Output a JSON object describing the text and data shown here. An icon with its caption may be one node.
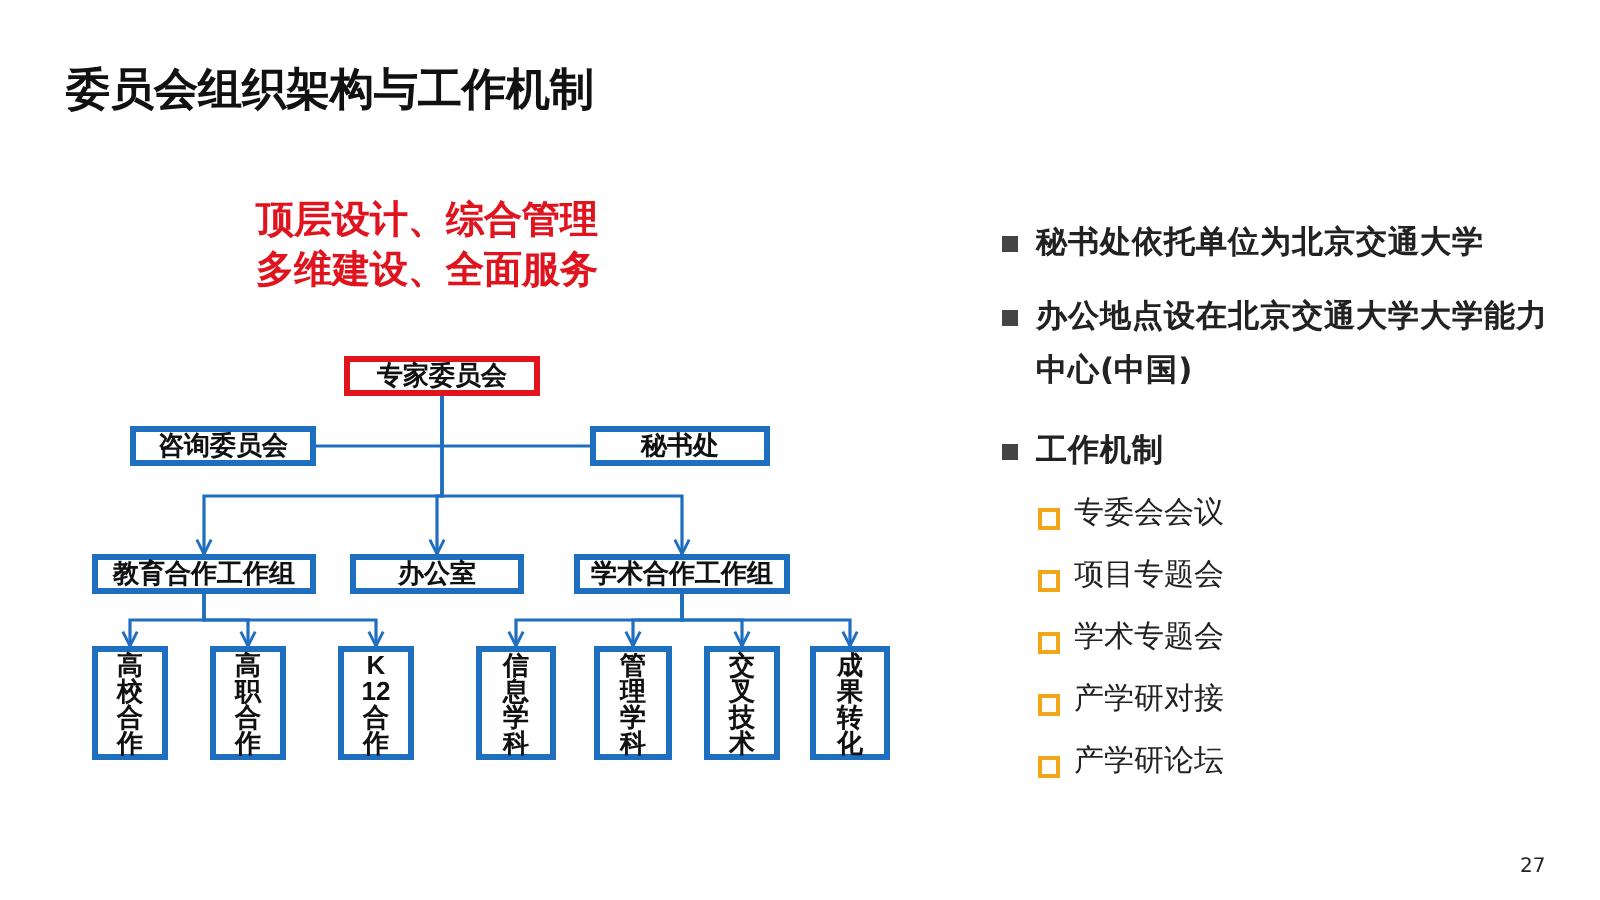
{
  "diagram": {
    "title": "委员会组织架构与工作机制",
    "nodes": [
      {
        "text": [
          "专家委员会"
        ]
      },
      {
        "text": [
          "咨询委员会"
        ]
      },
      {
        "text": [
          "秘书处"
        ]
      },
      {
        "text": [
          "教育合作工作组"
        ]
      },
      {
        "text": [
          "办公室"
        ]
      },
      {
        "text": [
          "学术合作工作组"
        ]
      },
      {
        "text": [
          "高校合作"
        ]
      },
      {
        "text": [
          "高职合作"
        ]
      },
      {
        "text": [
          "K12合作"
        ]
      },
      {
        "text": [
          "信息学科"
        ]
      },
      {
        "text": [
          "管理学科"
        ]
      },
      {
        "text": [
          "交叉技术"
        ]
      },
      {
        "text": [
          "成果转化"
        ]
      }
    ],
    "edges": [
      {
        "from": 0,
        "to": 1,
        "arrow": "none"
      },
      {
        "from": 0,
        "to": 2,
        "arrow": "none"
      },
      {
        "from": 0,
        "to": 3,
        "arrow": "to"
      },
      {
        "from": 0,
        "to": 4,
        "arrow": "to"
      },
      {
        "from": 0,
        "to": 5,
        "arrow": "to"
      },
      {
        "from": 3,
        "to": 6,
        "arrow": "to"
      },
      {
        "from": 3,
        "to": 7,
        "arrow": "to"
      },
      {
        "from": 3,
        "to": 8,
        "arrow": "to"
      },
      {
        "from": 5,
        "to": 9,
        "arrow": "to"
      },
      {
        "from": 5,
        "to": 10,
        "arrow": "to"
      },
      {
        "from": 5,
        "to": 11,
        "arrow": "to"
      },
      {
        "from": 5,
        "to": 12,
        "arrow": "to"
      }
    ],
    "labels": [
      "顶层设计、综合管理",
      "多维建设、全面服务",
      "秘书处依托单位为北京交通大学",
      "办公地点设在北京交通大学大学能力中心(中国)",
      "工作机制",
      "专委会会议",
      "项目专题会",
      "学术专题会",
      "产学研对接",
      "产学研论坛",
      "27"
    ]
  }
}
